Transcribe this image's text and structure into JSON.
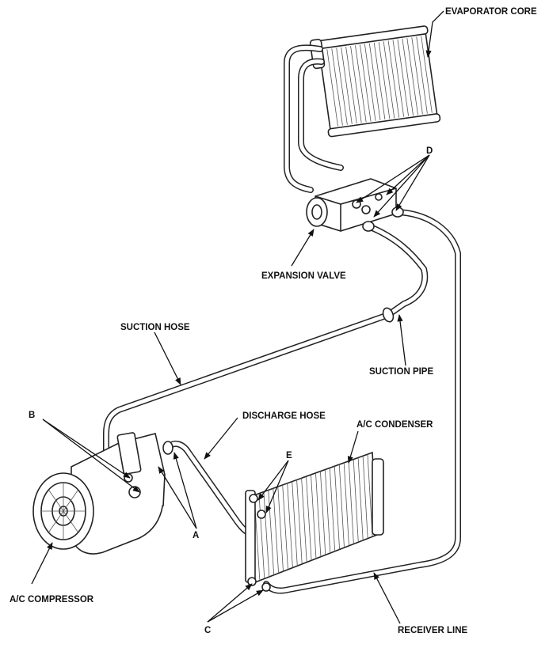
{
  "diagram": {
    "labels": {
      "evaporator_core": "EVAPORATOR CORE",
      "d": "D",
      "expansion_valve": "EXPANSION VALVE",
      "suction_hose": "SUCTION HOSE",
      "suction_pipe": "SUCTION PIPE",
      "b": "B",
      "discharge_hose": "DISCHARGE HOSE",
      "ac_condenser": "A/C CONDENSER",
      "e": "E",
      "a": "A",
      "ac_compressor": "A/C COMPRESSOR",
      "c": "C",
      "receiver_line": "RECEIVER LINE"
    }
  }
}
